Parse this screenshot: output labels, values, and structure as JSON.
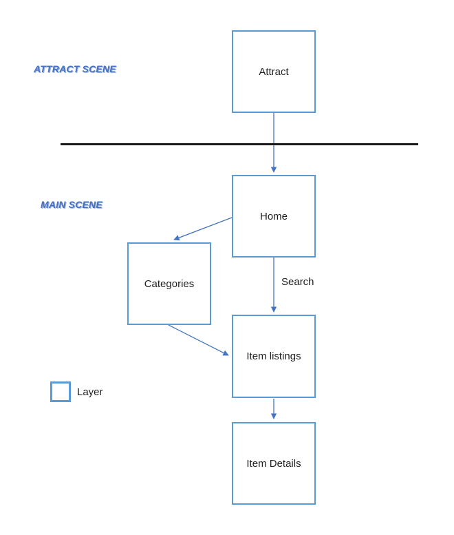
{
  "diagram": {
    "scenes": {
      "attract": {
        "label": "ATTRACT SCENE"
      },
      "main": {
        "label": "MAIN SCENE"
      }
    },
    "nodes": {
      "attract": {
        "label": "Attract"
      },
      "home": {
        "label": "Home"
      },
      "categories": {
        "label": "Categories"
      },
      "item_listings": {
        "label": "Item listings"
      },
      "item_details": {
        "label": "Item Details"
      }
    },
    "edges": {
      "attract_to_home": {
        "label": ""
      },
      "home_to_categories": {
        "label": ""
      },
      "home_to_item_listings": {
        "label": "Search"
      },
      "categories_to_item_listings": {
        "label": ""
      },
      "item_listings_to_item_details": {
        "label": ""
      }
    },
    "legend": {
      "label": "Layer"
    },
    "colors": {
      "node_border": "#5B9BD5",
      "arrow": "#4472C4",
      "scene_label": "#4472C4",
      "divider": "#1A1A1A",
      "node_text": "#1F1F1F",
      "background": "#FFFFFF"
    }
  }
}
